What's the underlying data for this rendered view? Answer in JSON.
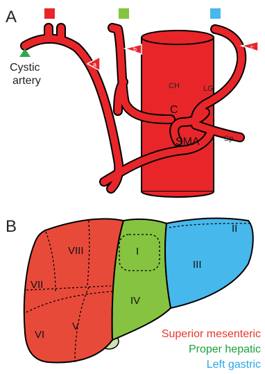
{
  "panels": {
    "a": {
      "letter": "A",
      "cystic_label": [
        "Cystic",
        "artery"
      ],
      "markers": [
        "a",
        "b",
        "c"
      ],
      "vessel_labels": {
        "ch": "CH",
        "lg": "LG",
        "c": "C",
        "sp": "Sp",
        "sma": "SMA"
      }
    },
    "b": {
      "letter": "B",
      "segments": [
        "I",
        "II",
        "III",
        "IV",
        "V",
        "VI",
        "VII",
        "VIII"
      ]
    }
  },
  "legend": [
    {
      "label": "Superior mesenteric",
      "color": "#e8352e"
    },
    {
      "label": "Proper hepatic",
      "color": "#1aa03a"
    },
    {
      "label": "Left gastric",
      "color": "#2aa6e6"
    }
  ],
  "colors": {
    "red": "#e8262a",
    "liver_red": "#e84a3a",
    "green": "#86c340",
    "blue": "#47b8ec",
    "gallbladder": "#cfe3b2"
  }
}
